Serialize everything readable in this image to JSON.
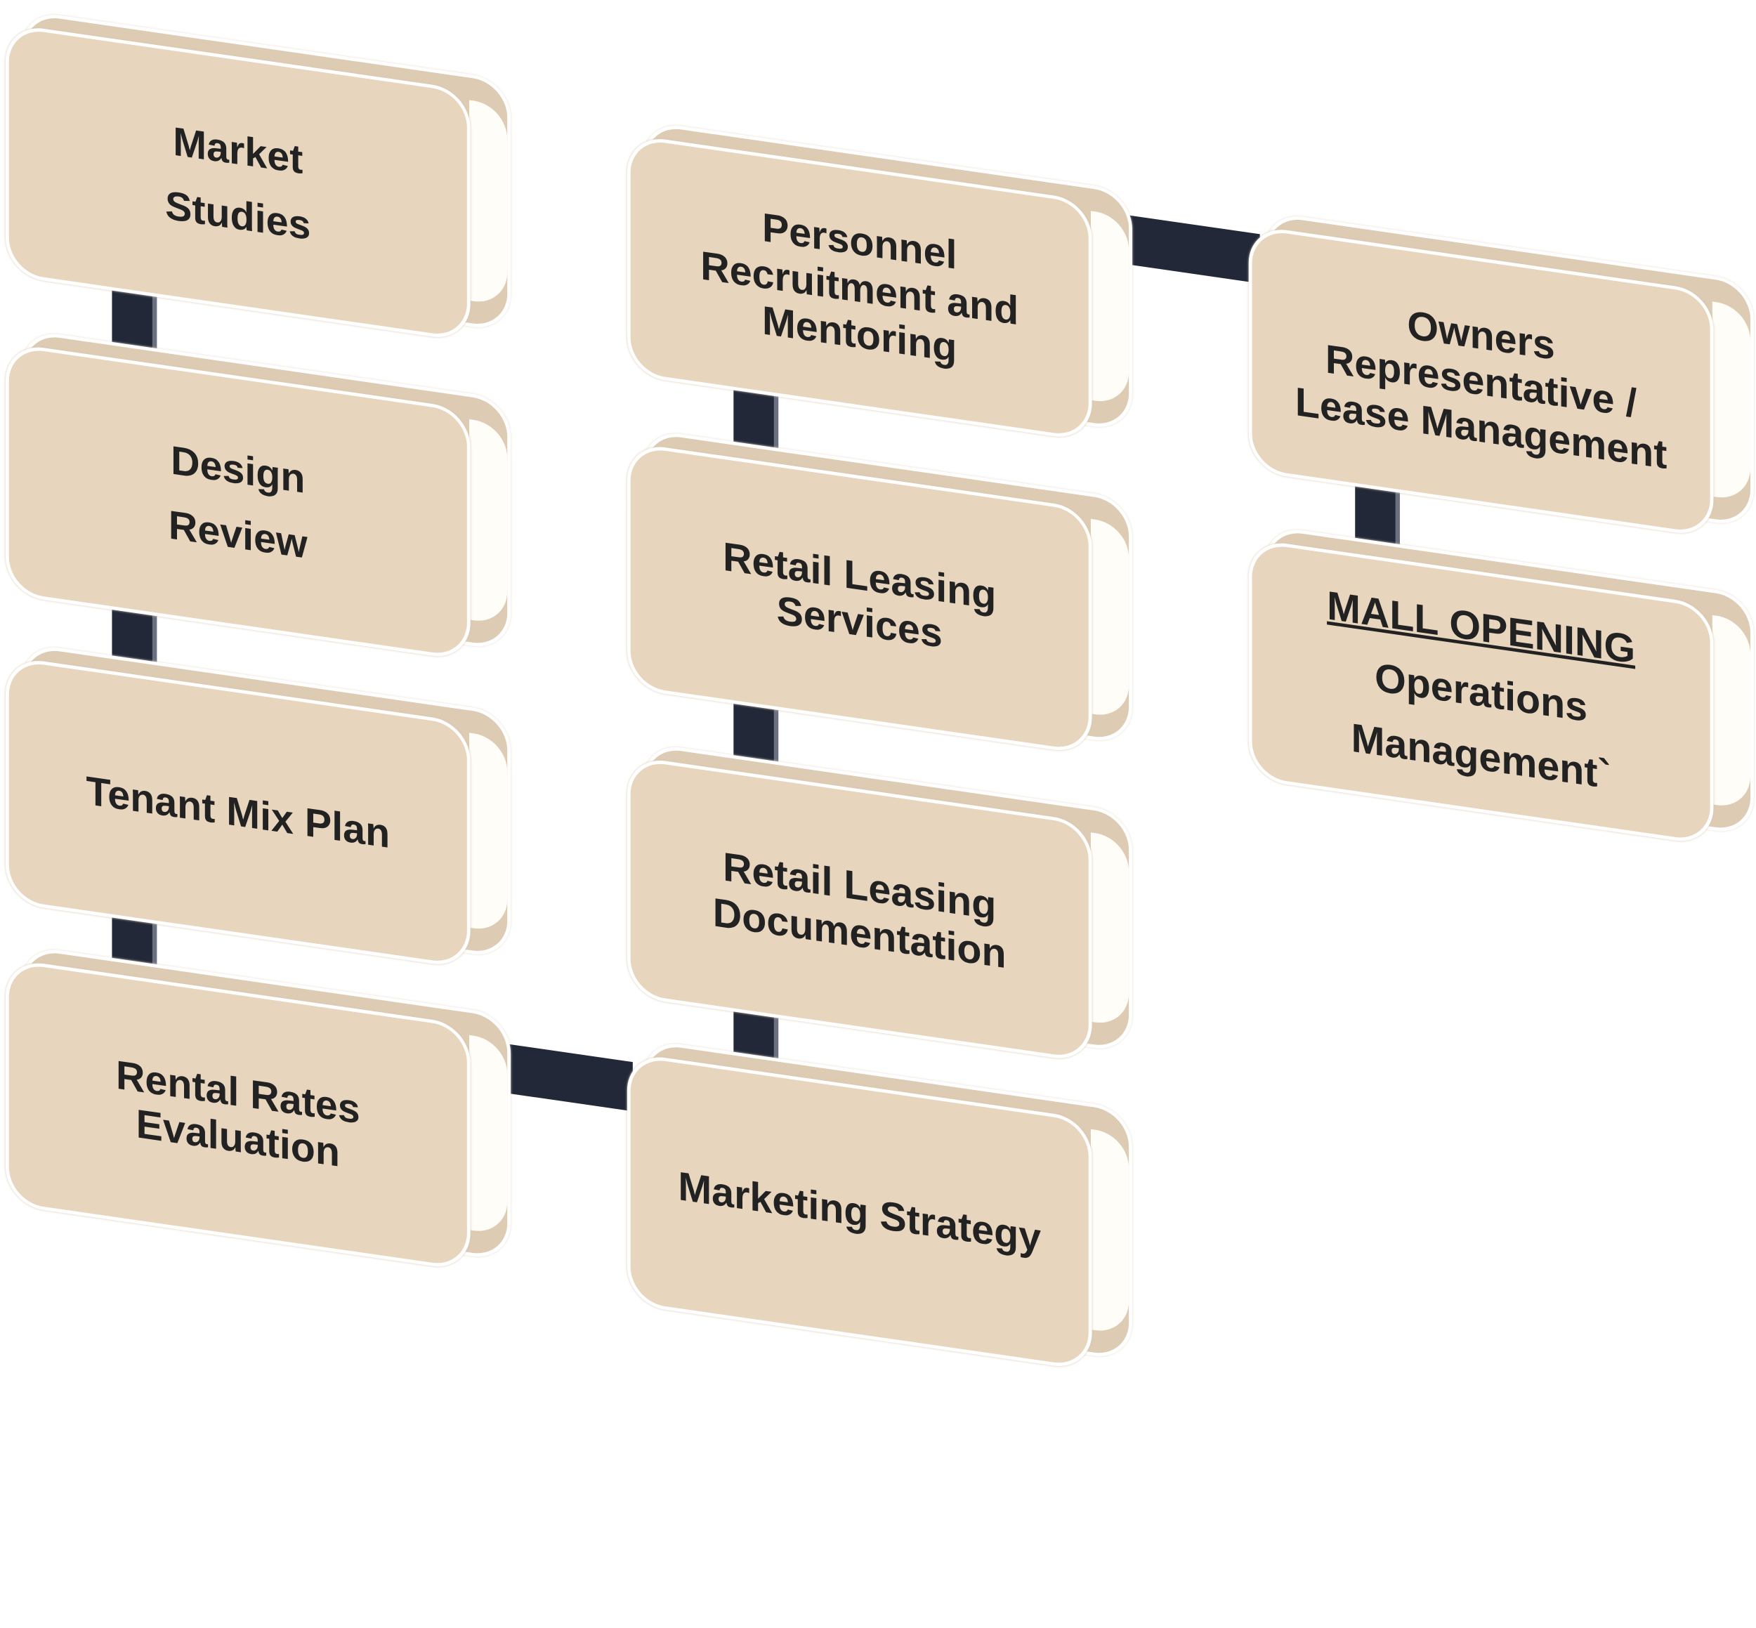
{
  "colors": {
    "box_face": "#e8d5bd",
    "box_depth": "#ddcbb4",
    "connector": "#222838"
  },
  "columns": [
    {
      "boxes": [
        {
          "lines": [
            "Market",
            "Studies"
          ]
        },
        {
          "lines": [
            "Design",
            "Review"
          ]
        },
        {
          "lines": [
            "Tenant Mix Plan"
          ]
        },
        {
          "lines": [
            "Rental Rates",
            "Evaluation"
          ]
        }
      ]
    },
    {
      "boxes": [
        {
          "lines": [
            "Personnel",
            "Recruitment and",
            "Mentoring"
          ]
        },
        {
          "lines": [
            "Retail Leasing",
            "Services"
          ]
        },
        {
          "lines": [
            "Retail Leasing",
            "Documentation"
          ]
        },
        {
          "lines": [
            "Marketing Strategy"
          ]
        }
      ]
    },
    {
      "boxes": [
        {
          "lines": [
            "Owners",
            "Representative /",
            "Lease Management"
          ]
        },
        {
          "heading": "MALL OPENING",
          "lines": [
            "Operations",
            "Management`"
          ]
        }
      ]
    }
  ]
}
